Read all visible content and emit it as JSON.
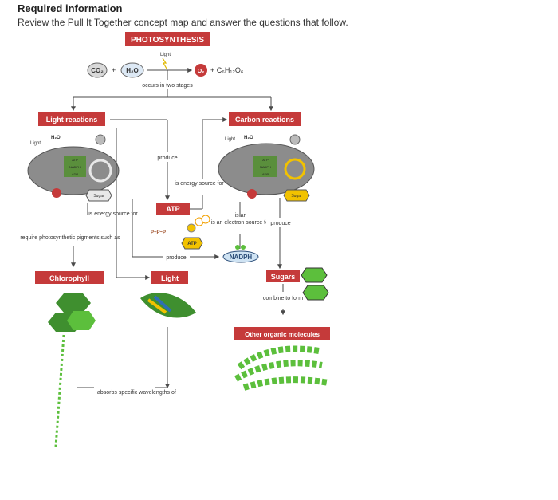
{
  "header": {
    "required": "Required information",
    "instructions": "Review the Pull It Together concept map and answer the questions that follow."
  },
  "colors": {
    "badge_red": "#c53a3a",
    "badge_green": "#4f9a3a",
    "line": "#4a4a4a",
    "chloroplast": "#8c8c8c",
    "atp_yellow": "#f2c200",
    "nadph_blue": "#cfe3f3",
    "molecule_green": "#5cbf3c"
  },
  "map": {
    "title": "PHOTOSYNTHESIS",
    "equation": {
      "co2": "CO₂",
      "plus1": "+",
      "h2o": "H₂O",
      "light": "Light",
      "o2": "O₂",
      "glucose": "+ C₆H₁₂O₆",
      "stages": "occurs in two stages"
    },
    "light_reactions": "Light reactions",
    "carbon_reactions": "Carbon reactions",
    "left_light": "Light",
    "left_h2o": "H₂O",
    "right_light": "Light",
    "right_h2o": "H₂O",
    "atp_small": "ATP",
    "nadph_small": "NADPH",
    "adp_small": "ADP",
    "sugar_left": "Sugar",
    "sugar_right": "Sugar",
    "produce_top": "produce",
    "is_energy_source_for_mid": "is energy source for",
    "is_energy_source_for_left": "is energy source for",
    "atp_box": "ATP",
    "ppp": "P~P~P",
    "atp_circle": "ATP",
    "is_electron_source": "is an electron source for",
    "produce_right": "produce",
    "produce_mid": "produce",
    "nadph": "NADPH",
    "require_pigments": "require photosynthetic pigments such as",
    "chlorophyll": "Chlorophyll",
    "light_box": "Light",
    "sugars": "Sugars",
    "combine": "combine to form",
    "other_organic": "Other organic molecules",
    "absorbs": "absorbs specific wavelengths of"
  }
}
